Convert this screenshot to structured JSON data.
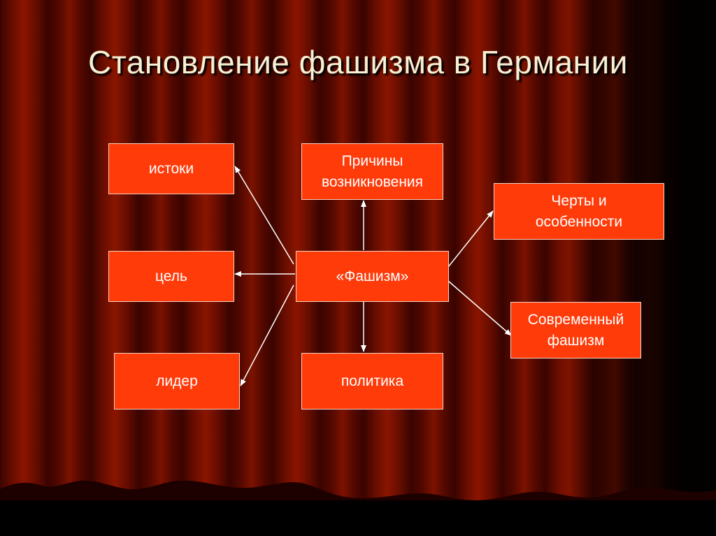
{
  "title": "Становление фашизма в Германии",
  "diagram": {
    "center": {
      "label": "«Фашизм»"
    },
    "nodes": {
      "istoki": "истоки",
      "tsel": "цель",
      "lider": "лидер",
      "prichiny": [
        "Причины",
        "возникновения"
      ],
      "politika": "политика",
      "cherty": [
        "Черты и",
        "особенности"
      ],
      "sovremenny": [
        "Современный",
        "фашизм"
      ]
    }
  },
  "colors": {
    "box_fill": "#ff3b0a",
    "box_border": "#f2d2c0",
    "text": "#ffffff",
    "title": "#f7f0d4",
    "arrow": "#ffffff",
    "curtain": "#7c1200"
  }
}
